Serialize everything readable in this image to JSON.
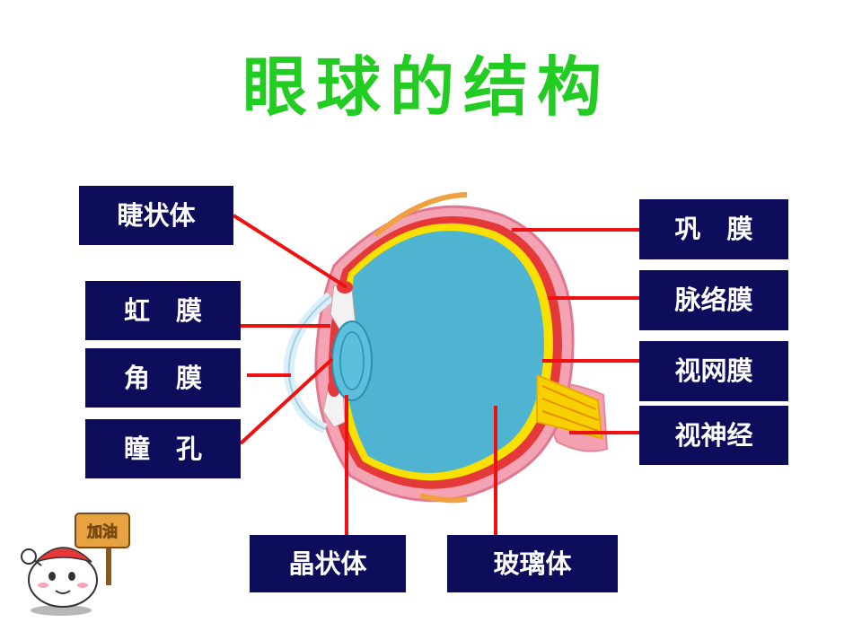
{
  "page": {
    "title": "眼球的结构",
    "title_color": "#22cc22",
    "label_bg": "#0d0d5c",
    "label_text_color": "#ffffff",
    "pointer_color": "#ee1111"
  },
  "labels": {
    "ciliary_body": "睫状体",
    "iris": "虹　膜",
    "cornea": "角　膜",
    "pupil": "瞳　孔",
    "sclera": "巩　膜",
    "choroid": "脉络膜",
    "retina": "视网膜",
    "optic_nerve": "视神经",
    "lens": "晶状体",
    "vitreous_body": "玻璃体"
  },
  "mascot": {
    "sign_text": "加油"
  }
}
